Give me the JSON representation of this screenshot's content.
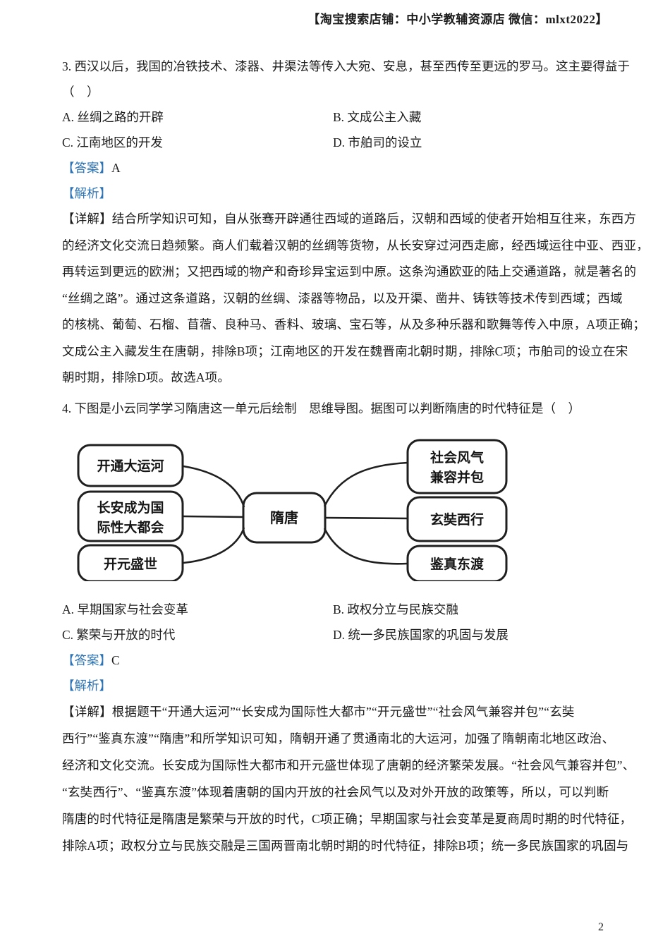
{
  "header": {
    "shop_info": "【淘宝搜索店铺：中小学教辅资源店 微信：mlxt2022】"
  },
  "page_number": "2",
  "colors": {
    "accent_blue": "#2e74b5",
    "text": "#1c1c1c"
  },
  "q3": {
    "stem_lines": [
      "3. 西汉以后，我国的冶铁技术、漆器、井渠法等传入大宛、安息，甚至西传至更远的罗马。这主要得益于",
      "（　）"
    ],
    "options": [
      "A. 丝绸之路的开辟",
      "B. 文成公主入藏",
      "C. 江南地区的开发",
      "D. 市舶司的设立"
    ],
    "answer_label": "【答案】",
    "answer": "A",
    "analysis_label": "【解析】",
    "detail_lines": [
      "【详解】结合所学知识可知，自从张骞开辟通往西域的道路后，汉朝和西域的使者开始相互往来，东西方",
      "的经济文化交流日趋频繁。商人们载着汉朝的丝绸等货物，从长安穿过河西走廊，经西域运往中亚、西亚，",
      "再转运到更远的欧洲；又把西域的物产和奇珍异宝运到中原。这条沟通欧亚的陆上交通道路，就是著名的",
      "“丝绸之路”。通过这条道路，汉朝的丝绸、漆器等物品，以及开渠、凿井、铸铁等技术传到西域；西域",
      "的核桃、葡萄、石榴、苜蓿、良种马、香料、玻璃、宝石等，从及多种乐器和歌舞等传入中原，A项正确；",
      "文成公主入藏发生在唐朝，排除B项；江南地区的开发在魏晋南北朝时期，排除C项；市舶司的设立在宋",
      "朝时期，排除D项。故选A项。"
    ]
  },
  "q4": {
    "stem_lines": [
      "4. 下图是小云同学学习隋唐这一单元后绘制　思维导图。据图可以判断隋唐的时代特征是（　）"
    ],
    "diagram": {
      "center": "隋唐",
      "left_nodes": [
        [
          "开通大运河"
        ],
        [
          "长安成为国",
          "际性大都会"
        ],
        [
          "开元盛世"
        ]
      ],
      "right_nodes": [
        [
          "社会风气",
          "兼容并包"
        ],
        [
          "玄奘西行"
        ],
        [
          "鉴真东渡"
        ]
      ]
    },
    "options": [
      "A. 早期国家与社会变革",
      "B. 政权分立与民族交融",
      "C. 繁荣与开放的时代",
      "D. 统一多民族国家的巩固与发展"
    ],
    "answer_label": "【答案】",
    "answer": "C",
    "analysis_label": "【解析】",
    "detail_lines": [
      "【详解】根据题干“开通大运河”“长安成为国际性大都市”“开元盛世”“社会风气兼容并包”“玄奘",
      "西行”“鉴真东渡”“隋唐”和所学知识可知，隋朝开通了贯通南北的大运河，加强了隋朝南北地区政治、",
      "经济和文化交流。长安成为国际性大都市和开元盛世体现了唐朝的经济繁荣发展。“社会风气兼容并包”、",
      "“玄奘西行”、“鉴真东渡”体现着唐朝的国内开放的社会风气以及对外开放的政策等，所以，可以判断",
      "隋唐的时代特征是隋唐是繁荣与开放的时代，C项正确；早期国家与社会变革是夏商周时期的时代特征，",
      "排除A项；政权分立与民族交融是三国两晋南北朝时期的时代特征，排除B项；统一多民族国家的巩固与"
    ]
  }
}
